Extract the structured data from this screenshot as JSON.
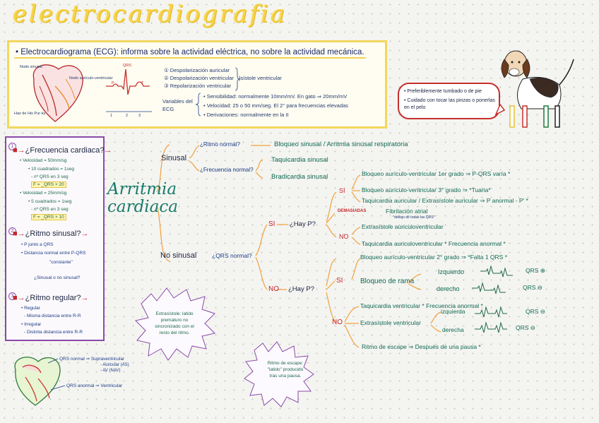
{
  "title": "electrocardiografia",
  "intro": {
    "heading": "• Electrocardiograma (ECG): informa sobre la actividad eléctrica, no sobre la actividad mecánica.",
    "heart_labels": {
      "nodo_sinusal": "Nodo sinusal",
      "nodo_av": "Nodo aurículo-ventricular",
      "haz_his": "Haz de His Pur-ky"
    },
    "ecg_wave_labels": {
      "p": "P",
      "qrs": "QRS",
      "t": "T",
      "nums": [
        "1",
        "2",
        "3"
      ]
    },
    "phases": [
      "① Despolarización auricular",
      "② Despolarización ventricular",
      "③ Repolarización ventricular"
    ],
    "phases_note": "}sístole ventricular",
    "variables_label": "Variables del ECG",
    "variables": [
      "• Sensibilidad: normalmente 10mm/mV. En gato ⇒ 20mm/mV",
      "• Velocidad: 25 o 50 mm/seg. El 2° para frecuencias elevadas",
      "• Derivaciones: normalmente en la II"
    ]
  },
  "speech": {
    "items": [
      "• Preferiblemente tumbado o de pie",
      "• Cuidado con tocar las pinzas o ponerlas en el pelo"
    ]
  },
  "side": {
    "q1": "¿Frecuencia cardiaca?",
    "q1_items": [
      "• Velocidad = 50mm/sg",
      "• 10 cuadrados = 1seg",
      "- nº QRS en 3 seg",
      "F = _QRS × 20",
      "• Velocidad = 25mm/sg",
      "• 5 cuadrados = 1seg",
      "- nº QRS en 3 seg",
      "F = _QRS × 10"
    ],
    "q2": "¿Ritmo sinusal?",
    "q2_items": [
      "• P junto a QRS",
      "• Distancia normal entre P-QRS",
      "\"constante\"",
      "¿Sinusal o no sinusal?"
    ],
    "q3": "¿Ritmo regular?",
    "q3_items": [
      "• Regular",
      "- Misma distancia entre R-R",
      "• Irregular",
      "- Distinta distancia entre R-R"
    ],
    "nums": [
      "1",
      "2",
      "3"
    ]
  },
  "tree": {
    "root": "Arritmia cardiaca",
    "sinusal": "Sinusal",
    "ritmo_normal": "¿Ritmo normal?",
    "bloqueo_sinusal": "Bloqueo sinusal / Arritmia sinusal respiratoria",
    "frecuencia_normal": "¿Frecuencia normal?",
    "taquicardia_sinusal": "Taquicardia sinusal",
    "bradicardia_sinusal": "Bradicardia sinusal",
    "no_sinusal": "No sinusal",
    "qrs_normal": "¿QRS normal?",
    "si": "SI",
    "no": "NO",
    "hay_p": "¿Hay P?",
    "demasiadas": "DEMASIADAS",
    "fibrilacion": "Fibrilación atrial",
    "fibrilacion_note": "*debajo de todas las QRS*",
    "bloq_av1": "Bloqueo aurículo-ventricular 1er grado ⇒ P-QRS varía *",
    "bloq_av3": "Bloqueo aurículo-ventricular 3° grado ⇒ *Tuaria*",
    "taq_aur": "Taquicardia auricular / Extrasístole auricular ⇒ P anormal - P' *",
    "extra_av": "Extrasístole auriculoventricular",
    "taq_av": "Taquicardia auriculoventricular * Frecuencia anormal *",
    "bloq_av2": "Bloqueo aurículo-ventricular 2° grado ⇒ *Falta 1 QRS *",
    "bloq_rama": "Bloqueo de rama",
    "izquierdo": "Izquierdo",
    "derecho": "derecho",
    "qrs_up": "QRS ⊕",
    "qrs_down": "QRS ⊖",
    "taq_vent": "Taquicardia ventricular * Frecuencia anormal *",
    "extra_vent": "Extrasístole ventricular",
    "izquierda": "izquierda",
    "derecha": "derecha",
    "ritmo_escape": "Ritmo de escape ⇒ Después de una pausa *"
  },
  "bubbles": {
    "extrasistole": "Extrasístole: latido prematuro no sincronizado con el resto del ritmo.",
    "escape": "Ritmo de escape: \"latido\" producido tras una pausa."
  },
  "bottom_heart": {
    "qrs_normal": "QRS normal ⇒ Supraventricular",
    "aur": "- Auricular (AS)",
    "av": "- AV (NAV)",
    "qrs_anormal": "QRS anormal ⇒ Ventricular"
  }
}
